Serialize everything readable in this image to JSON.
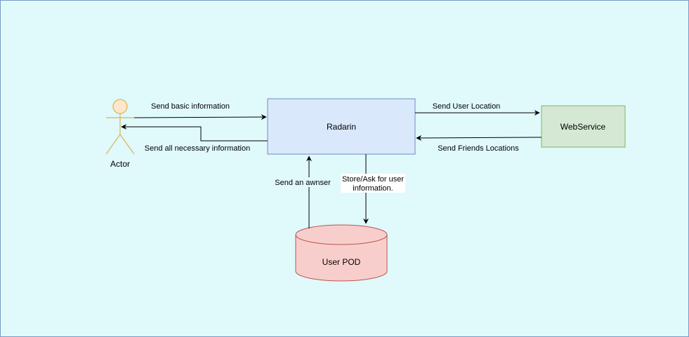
{
  "nodes": {
    "actor": {
      "label": "Actor"
    },
    "radarin": {
      "label": "Radarin"
    },
    "webservice": {
      "label": "WebService"
    },
    "user_pod": {
      "label": "User POD"
    }
  },
  "edges": {
    "send_basic_information": "Send basic information",
    "send_all_necessary_information": "Send all necessary information",
    "send_user_location": "Send User Location",
    "send_friends_locations": "Send Friends Locations",
    "send_an_answer": "Send an awnser",
    "store_ask_line1": "Store/Ask for user",
    "store_ask_line2": "information."
  },
  "colors": {
    "background": "#e0f9fb",
    "actor_fill": "#ffe6cc",
    "actor_stroke": "#d6b656",
    "radarin_fill": "#dae8fc",
    "radarin_stroke": "#6c8ebf",
    "webservice_fill": "#d5e8d4",
    "webservice_stroke": "#82b366",
    "pod_fill": "#f8cecc",
    "pod_stroke": "#b85450"
  }
}
